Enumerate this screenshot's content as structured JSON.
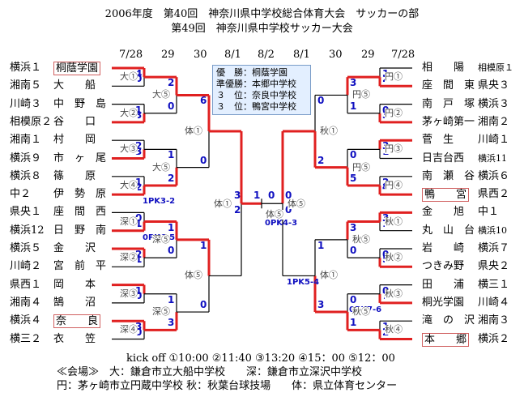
{
  "header": {
    "line1": "2006年度　第40回　神奈川県中学校総合体育大会　サッカーの部",
    "line2": "第49回　神奈川県中学校サッカー大会"
  },
  "dates": [
    "7/28",
    "29",
    "30",
    "8/1",
    "8/2",
    "8/1",
    "30",
    "29",
    "7/28"
  ],
  "results": [
    "優　勝：桐蔭学園",
    "準優勝：本郷中学校",
    "３　位：奈良中学校",
    "３　位：鴨宮中学校"
  ],
  "left": {
    "districts": [
      "横浜１",
      "湘南５",
      "川崎３",
      "相模原２",
      "湘南１",
      "横浜９",
      "横浜８",
      "中２",
      "県央１",
      "横浜12",
      "横浜５",
      "川崎２",
      "県西１",
      "湘南４",
      "横浜４",
      "横三２"
    ],
    "schools": [
      "桐蔭学園",
      "大　　船",
      "中　野　島",
      "谷　　口",
      "村　　岡",
      "市　ヶ　尾",
      "篠　　原",
      "伊　勢　原",
      "座　間　西",
      "日　野　南",
      "金　　沢",
      "宮　前　平",
      "岡　　本",
      "鵠　　沼",
      "奈　　良",
      "衣　　笠"
    ],
    "r1": [
      [
        "4",
        "0"
      ],
      [
        "1",
        "3"
      ],
      [
        "2",
        "3"
      ],
      [
        "1",
        "2"
      ],
      [
        "0",
        "1"
      ],
      [
        "2",
        "1"
      ],
      [
        "1",
        "0"
      ],
      [
        "3",
        "0"
      ]
    ],
    "r1_notes": [
      "",
      "",
      "",
      "1PK3-2",
      "0PK6-5",
      "",
      "",
      ""
    ],
    "r1_venues": [
      "大①",
      "大②",
      "大③",
      "大④",
      "深①",
      "深②",
      "深③",
      "深④"
    ],
    "r2": [
      [
        "2",
        "0"
      ],
      [
        "1",
        "2"
      ],
      [
        "1",
        "0"
      ],
      [
        "1",
        "3"
      ]
    ],
    "r2_venues": [
      "大⑤",
      "大⑤",
      "深⑤",
      "深⑤"
    ],
    "r3": [
      [
        "6",
        "0"
      ],
      [
        "1",
        "0"
      ]
    ],
    "r3_venues": [
      "体①",
      "体⑤"
    ],
    "sf": [
      "3",
      "2"
    ],
    "sf_venue": "体①"
  },
  "right": {
    "districts": [
      "相模原１",
      "県央３",
      "横浜３",
      "湘南２",
      "川崎１",
      "横浜11",
      "横浜６",
      "県西２",
      "中１",
      "横浜10",
      "横浜７",
      "県央２",
      "横三１",
      "川崎４",
      "湘南３",
      "横浜２"
    ],
    "schools": [
      "相　　陽",
      "座　間　東",
      "南　戸　塚",
      "茅ヶ崎第一",
      "菅　生",
      "日吉台西",
      "南　瀬　谷",
      "鴨　　宮",
      "金　　旭",
      "丸　山　台",
      "岩　　崎",
      "つきみ野",
      "田　　浦",
      "桐光学園",
      "滝　の　沢",
      "本　　郷"
    ],
    "r1": [
      [
        "1",
        "2"
      ],
      [
        "0",
        "3"
      ],
      [
        "3",
        "1"
      ],
      [
        "2",
        "4"
      ],
      [
        "3",
        "1"
      ],
      [
        "0",
        "5"
      ],
      [
        "0",
        "7"
      ],
      [
        "1",
        "2"
      ]
    ],
    "r1_notes": [
      "",
      "",
      "",
      "",
      "",
      "",
      "0PK7-6",
      ""
    ],
    "r1_venues": [
      "円①",
      "円②",
      "円③",
      "円④",
      "秋①",
      "秋②",
      "秋③",
      "秋④"
    ],
    "r2": [
      [
        "3",
        "1"
      ],
      [
        "0",
        "5"
      ],
      [
        "3",
        "0"
      ],
      [
        "0",
        "1"
      ]
    ],
    "r2_venues": [
      "円⑤",
      "円⑤",
      "秋⑤",
      "秋⑤"
    ],
    "r3": [
      [
        "0",
        "2"
      ],
      [
        "1",
        "3"
      ]
    ],
    "r3_venues": [
      "秋①",
      "体①"
    ],
    "sf": [
      "0",
      "0"
    ],
    "sf_note": "1PK5-4",
    "sf_venue": "体⑤"
  },
  "final": {
    "left": "1",
    "right": "0",
    "note": "0PK4-3",
    "venue": "体⑤"
  },
  "footer": {
    "kickoff": "kick off ①10:00 ②11:40 ③13:20 ④15：00 ⑤12：00",
    "venue1": "≪会場≫　大：鎌倉市立大船中学校　　深：鎌倉市立深沢中学校",
    "venue2": "円：茅ヶ崎市立円蔵中学校 秋：秋葉台球技場　　体：県立体育センター"
  },
  "colors": {
    "winner_line": "#e02020",
    "line": "#000000",
    "score": "#1010c0",
    "highlight_box": "#d06060",
    "results_bg": "#e3efff"
  }
}
